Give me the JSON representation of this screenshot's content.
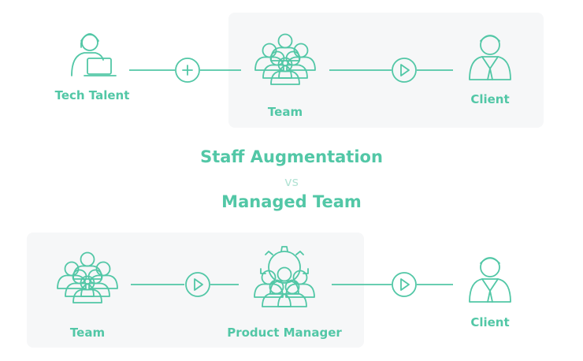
{
  "colors": {
    "accent": "#52c7a6",
    "panel": "#f6f7f8",
    "muted": "#b3e3d5"
  },
  "top_flow": {
    "tech_talent_label": "Tech Talent",
    "team_label": "Team",
    "client_label": "Client",
    "connector_icons": [
      "plus-icon",
      "play-icon"
    ]
  },
  "titles": {
    "line1": "Staff Augmentation",
    "vs": "vs",
    "line2": "Managed Team"
  },
  "bottom_flow": {
    "team_label": "Team",
    "product_manager_label": "Product Manager",
    "client_label": "Client",
    "connector_icons": [
      "play-icon",
      "play-icon"
    ]
  }
}
